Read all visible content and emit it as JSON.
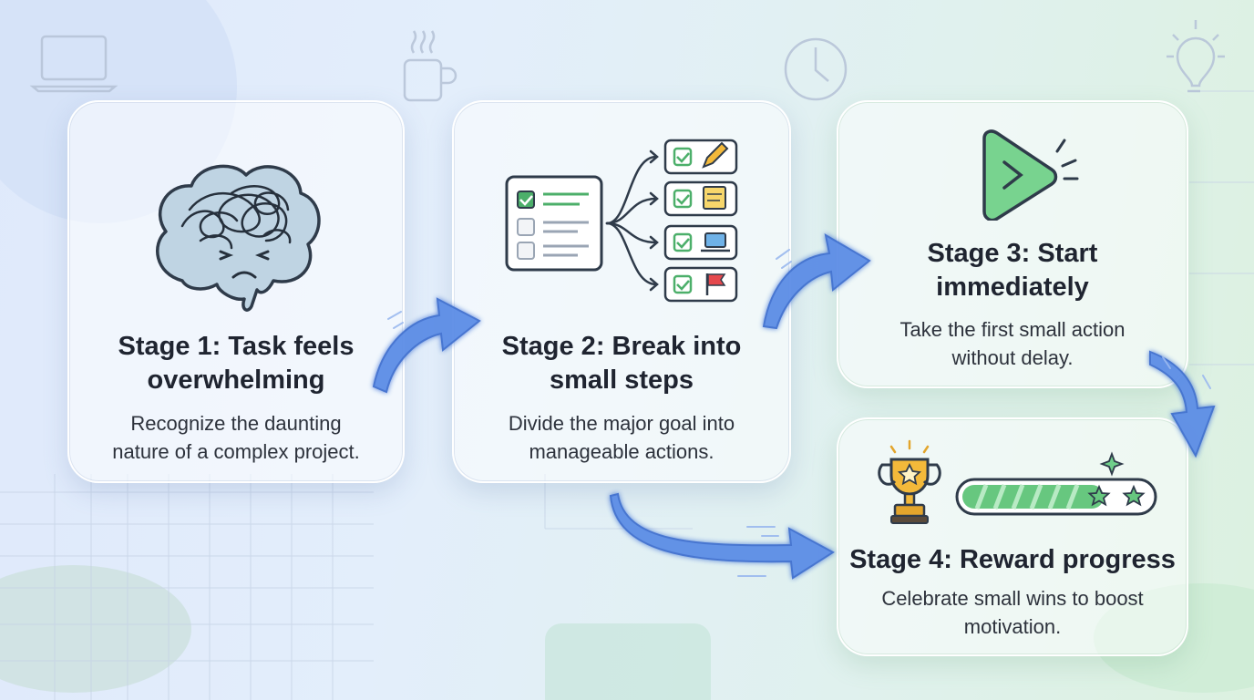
{
  "stages": [
    {
      "title": "Stage 1: Task feels overwhelming",
      "title_lines": [
        "Stage 1: Task feels",
        "overwhelming"
      ],
      "desc_lines": [
        "Recognize the daunting",
        "nature of a complex project."
      ]
    },
    {
      "title": "Stage 2: Break into small steps",
      "title_lines": [
        "Stage 2: Break into",
        "small steps"
      ],
      "desc_lines": [
        "Divide the major goal into",
        "manageable actions."
      ]
    },
    {
      "title": "Stage 3: Start immediately",
      "title_lines": [
        "Stage 3: Start",
        "immediately"
      ],
      "desc_lines": [
        "Take the first small action",
        "without delay."
      ]
    },
    {
      "title": "Stage 4: Reward progress",
      "title_lines": [
        "Stage 4: Reward progress"
      ],
      "desc_lines": [
        "Celebrate small wins to boost",
        "motivation."
      ]
    }
  ],
  "icons": {
    "stage1": "tangled-brain-icon",
    "stage2": "checklist-breakdown-icon",
    "stage3": "play-button-icon",
    "stage4": "trophy-progress-icon",
    "background": [
      "laptop-icon",
      "coffee-mug-icon",
      "clock-icon",
      "lightbulb-icon"
    ]
  },
  "progress_bar": {
    "fraction": 0.75,
    "stars": 2
  },
  "colors": {
    "arrow": "#5b8de6",
    "check_green": "#4caf6a",
    "play_green": "#6fcf8a",
    "trophy_gold": "#f3b93a",
    "flag_red": "#e5484d"
  }
}
